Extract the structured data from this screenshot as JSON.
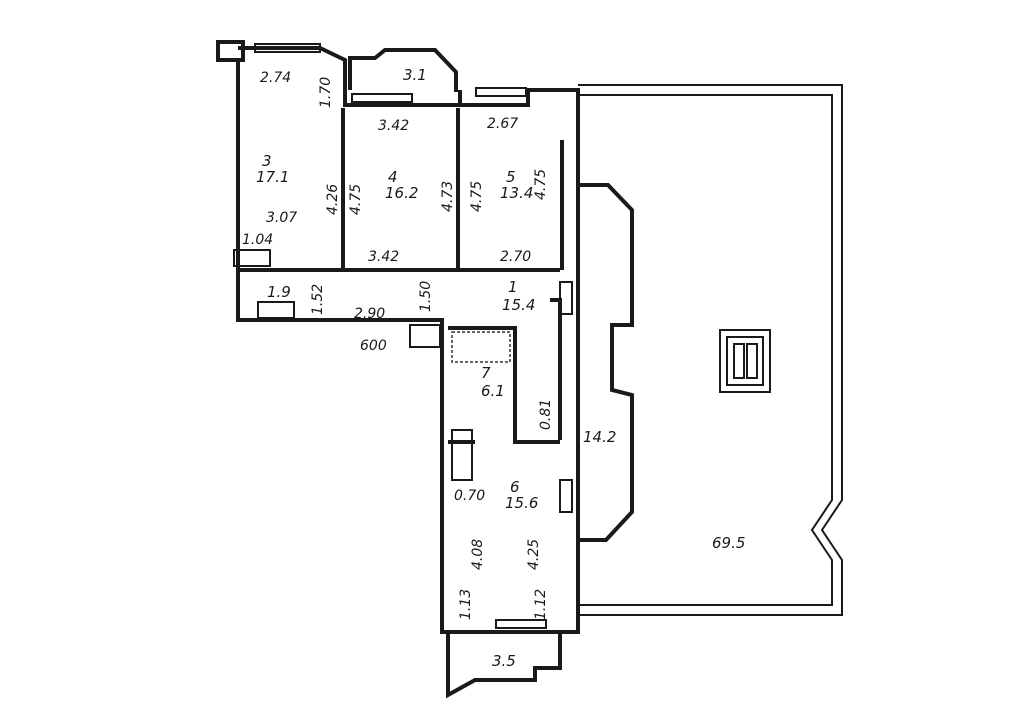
{
  "rooms": [
    {
      "number": "1",
      "area": "15.4"
    },
    {
      "number": "3",
      "area": "17.1"
    },
    {
      "number": "4",
      "area": "16.2"
    },
    {
      "number": "5",
      "area": "13.4"
    },
    {
      "number": "6",
      "area": "15.6"
    },
    {
      "number": "7",
      "area": "6.1"
    }
  ],
  "bathroom_area": "1.9",
  "balconies": {
    "top": "3.1",
    "bottom": "3.5",
    "loggia": "14.2",
    "terrace": "69.5"
  },
  "dimensions": {
    "d274": "2.74",
    "d170": "1.70",
    "d342a": "3.42",
    "d267": "2.67",
    "d426": "4.26",
    "d475a": "4.75",
    "d473": "4.73",
    "d475b": "4.75",
    "d475c": "4.75",
    "d307": "3.07",
    "d104": "1.04",
    "d342b": "3.42",
    "d270": "2.70",
    "d152": "1.52",
    "d290": "2.90",
    "d150": "1.50",
    "d600": "600",
    "d081": "0.81",
    "d070": "0.70",
    "d408": "4.08",
    "d425": "4.25",
    "d113": "1.13",
    "d112": "1.12"
  }
}
